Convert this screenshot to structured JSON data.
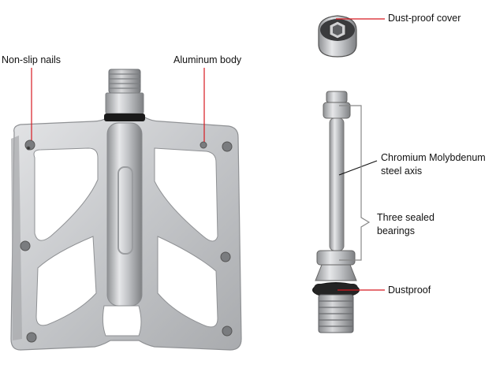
{
  "labels": {
    "non_slip_nails": "Non-slip nails",
    "aluminum_body": "Aluminum body",
    "dust_proof_cover": "Dust-proof cover",
    "chromium_line1": "Chromium Molybdenum",
    "chromium_line2": "steel axis",
    "three_line1": "Three sealed",
    "three_line2": "bearings",
    "dustproof": "Dustproof"
  },
  "colors": {
    "callout_line": "#d71920",
    "callout_bar": "#888888",
    "aluminum": "#c9cbcd",
    "aluminum_dark": "#9a9c9f",
    "steel": "#b5b7ba",
    "text": "#111111"
  },
  "icons": {
    "nail": "hex-socket-screw",
    "cover": "hex-cap-nut"
  }
}
